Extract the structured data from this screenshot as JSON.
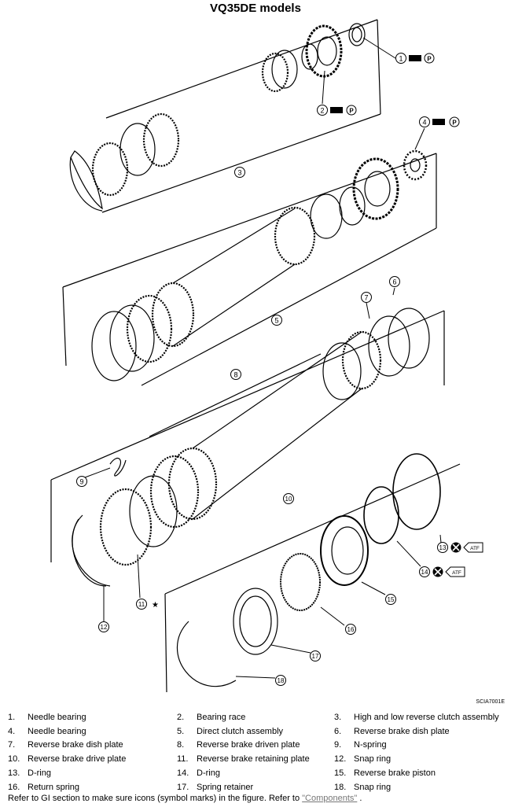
{
  "title": "VQ35DE models",
  "figure_id": "SCIA7001E",
  "callouts": [
    "1",
    "2",
    "3",
    "4",
    "5",
    "6",
    "7",
    "8",
    "9",
    "10",
    "11",
    "12",
    "13",
    "14",
    "15",
    "16",
    "17",
    "18"
  ],
  "symbols": {
    "atf": "ATF",
    "petroleum_jelly": "P",
    "star": "★"
  },
  "parts": [
    {
      "num": "1.",
      "name": "Needle bearing"
    },
    {
      "num": "2.",
      "name": "Bearing race"
    },
    {
      "num": "3.",
      "name": "High and low reverse clutch assembly"
    },
    {
      "num": "4.",
      "name": "Needle bearing"
    },
    {
      "num": "5.",
      "name": "Direct clutch assembly"
    },
    {
      "num": "6.",
      "name": "Reverse brake dish plate"
    },
    {
      "num": "7.",
      "name": "Reverse brake dish plate"
    },
    {
      "num": "8.",
      "name": "Reverse brake driven plate"
    },
    {
      "num": "9.",
      "name": "N-spring"
    },
    {
      "num": "10.",
      "name": "Reverse brake drive plate"
    },
    {
      "num": "11.",
      "name": "Reverse brake retaining plate"
    },
    {
      "num": "12.",
      "name": "Snap ring"
    },
    {
      "num": "13.",
      "name": "D-ring"
    },
    {
      "num": "14.",
      "name": "D-ring"
    },
    {
      "num": "15.",
      "name": "Reverse brake piston"
    },
    {
      "num": "16.",
      "name": "Return spring"
    },
    {
      "num": "17.",
      "name": "Spring retainer"
    },
    {
      "num": "18.",
      "name": "Snap ring"
    }
  ],
  "footer": {
    "text": "Refer to GI section to make sure icons (symbol marks) in the figure. Refer to ",
    "link": "\"Components\"",
    "end": " ."
  }
}
